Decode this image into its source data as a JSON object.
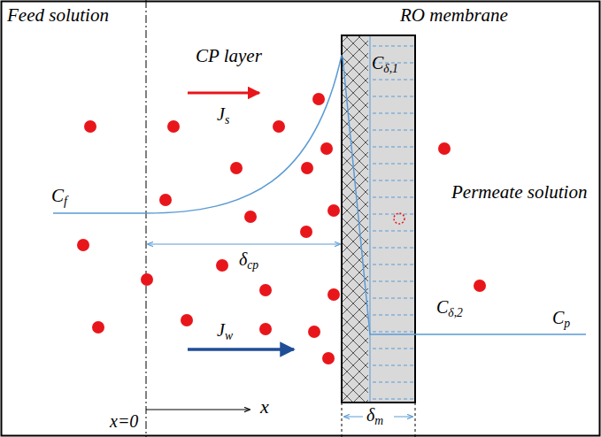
{
  "diagram": {
    "labels": [
      "Feed solution",
      "RO membrane",
      "CP layer",
      "Cδ,1",
      "Js",
      "Permeate solution",
      "Cf",
      "δcp",
      "Cδ,2",
      "Cp",
      "Jw",
      "x=0",
      "x",
      "δm"
    ]
  }
}
